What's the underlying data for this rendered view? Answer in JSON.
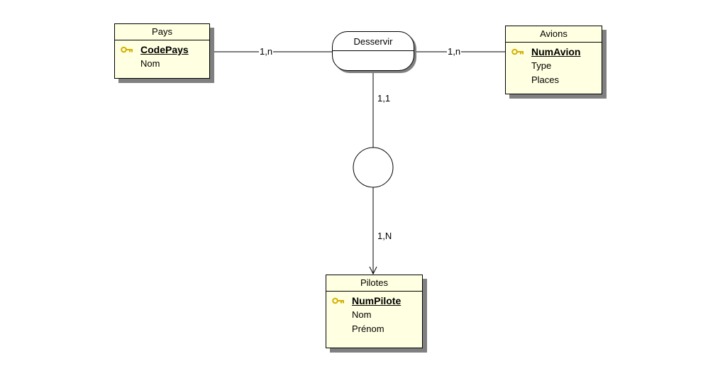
{
  "entities": {
    "pays": {
      "title": "Pays",
      "attributes": [
        {
          "name": "CodePays",
          "primary_key": true
        },
        {
          "name": "Nom",
          "primary_key": false
        }
      ]
    },
    "avions": {
      "title": "Avions",
      "attributes": [
        {
          "name": "NumAvion",
          "primary_key": true
        },
        {
          "name": "Type",
          "primary_key": false
        },
        {
          "name": "Places",
          "primary_key": false
        }
      ]
    },
    "pilotes": {
      "title": "Pilotes",
      "attributes": [
        {
          "name": "NumPilote",
          "primary_key": true
        },
        {
          "name": "Nom",
          "primary_key": false
        },
        {
          "name": "Prénom",
          "primary_key": false
        }
      ]
    }
  },
  "relationship": {
    "name": "Desservir"
  },
  "cardinalities": {
    "pays_desservir": "1,n",
    "desservir_avions": "1,n",
    "desservir_link": "1,1",
    "link_pilotes": "1,N"
  },
  "colors": {
    "entity_fill": "#ffffe1",
    "shadow": "#808080",
    "key_icon": "#d4b000",
    "line": "#000000"
  },
  "icons": {
    "primary_key": "key-icon"
  }
}
